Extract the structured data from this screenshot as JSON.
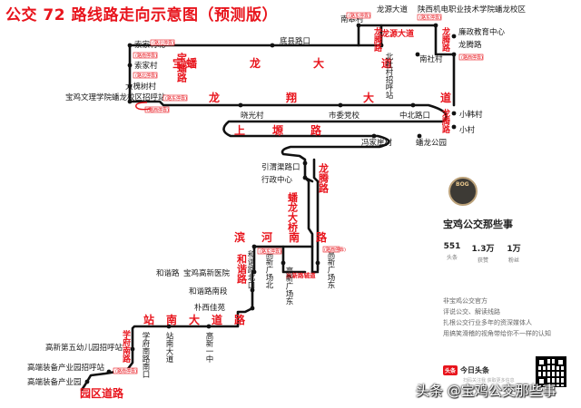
{
  "title": "公交 72 路线路走向示意图（预测版）",
  "roads": {
    "diling": "宝 蟠 龙 大 道",
    "diling_chars": [
      "宝",
      "蟠",
      "龙",
      "大",
      "道"
    ],
    "baopan": "宝蟠路",
    "longxiang": [
      "龙",
      "翔",
      "大",
      "道"
    ],
    "shangtang": [
      "上",
      "塬",
      "路"
    ],
    "longteng_left": "龙腾路",
    "panlong_bridge": "蟠龙大桥",
    "binhe": [
      "滨",
      "河",
      "南",
      "路"
    ],
    "hexie": "和谐路",
    "zhannan": [
      "站",
      "南",
      "大",
      "道",
      "路"
    ],
    "xuefu": "学府南路",
    "yuanqu": "园区道路",
    "longyuan": "龙源大道",
    "beicheng": "龙腾路",
    "longteng_right": "龙腾路",
    "gaoxin_fuzhu": "高新路辅道"
  },
  "stops": {
    "suojia_north": "索家村北",
    "suojia": "索家村",
    "dahuai": "大槐树村",
    "wenli": "宝鸡文理学院蟠龙校区招呼站",
    "dixian": "底县路口",
    "nangao": "南皋村",
    "longyuan_dadao": "龙源大道",
    "shaanxi_school": "陕西机电职业技术学院蟠龙校区",
    "lianzheng": "廉政教育中心",
    "longteng_lu": "龙腾路",
    "nanshe": "南社村",
    "beishe": "北社村招呼站",
    "xiaoguang": "晓光村",
    "shiwei": "市委党校",
    "zhongbei": "中北路口",
    "xiaohan": "小韩村",
    "xiao": "小村",
    "fengjiaya": "冯家崖村",
    "panlong_park": "蟠龙公园",
    "yinjiang": "引渭渠路口",
    "xingzheng": "行政中心",
    "hexie_lukou": "和谐路",
    "baoji_hospital": "宝鸡高新医院",
    "hexie_nan": "和谐路南段",
    "puxi": "朴西佳苑",
    "hexie_bei": "和谐路北口",
    "gaoxin_north": "高新广场北",
    "gaoxin_east2": "高新广场东",
    "gaoxin_east": "高新广场东",
    "gaoxin_yi": "高新一中",
    "zhannan_dadao": "站南大道",
    "xuefu_nankou": "学府南路南口",
    "wuyou": "高新第五幼儿园招呼站",
    "equip_stop": "高端装备产业园招呼站",
    "equip": "高端装备产业园"
  },
  "notes": {
    "down_stop": "(路南停靠)",
    "up_stop": "(路北停靠)",
    "east_stop": "(路东停靠)",
    "west_stop": "(路西停靠)",
    "light_stop": "(路北停靠)",
    "south_stop": "(路东停靠)",
    "both": "(路东停靠)",
    "west2": "(路西停靠)",
    "east2": "(路东停靠)",
    "ty": "(路西停靠)"
  },
  "account": {
    "name": "宝鸡公交那些事",
    "avatar_text": "BOG",
    "stats": [
      {
        "value": "551",
        "label": "头条"
      },
      {
        "value": "1.3万",
        "label": "获赞"
      },
      {
        "value": "1万",
        "label": "粉丝"
      }
    ],
    "info": [
      "非宝鸡公交官方",
      "评说公交、解读线路",
      "扎根公交行业多年的资深媒体人",
      "用搞笑滑稽的视角带给你不一样的认知"
    ],
    "brand": "今日头条",
    "brand_badge": "头条",
    "brand_sub": "扫码关注我 获取更多信息"
  },
  "watermark": "头条 @宝鸡公交那些事",
  "colors": {
    "accent": "#e8141c",
    "line": "#111111"
  }
}
